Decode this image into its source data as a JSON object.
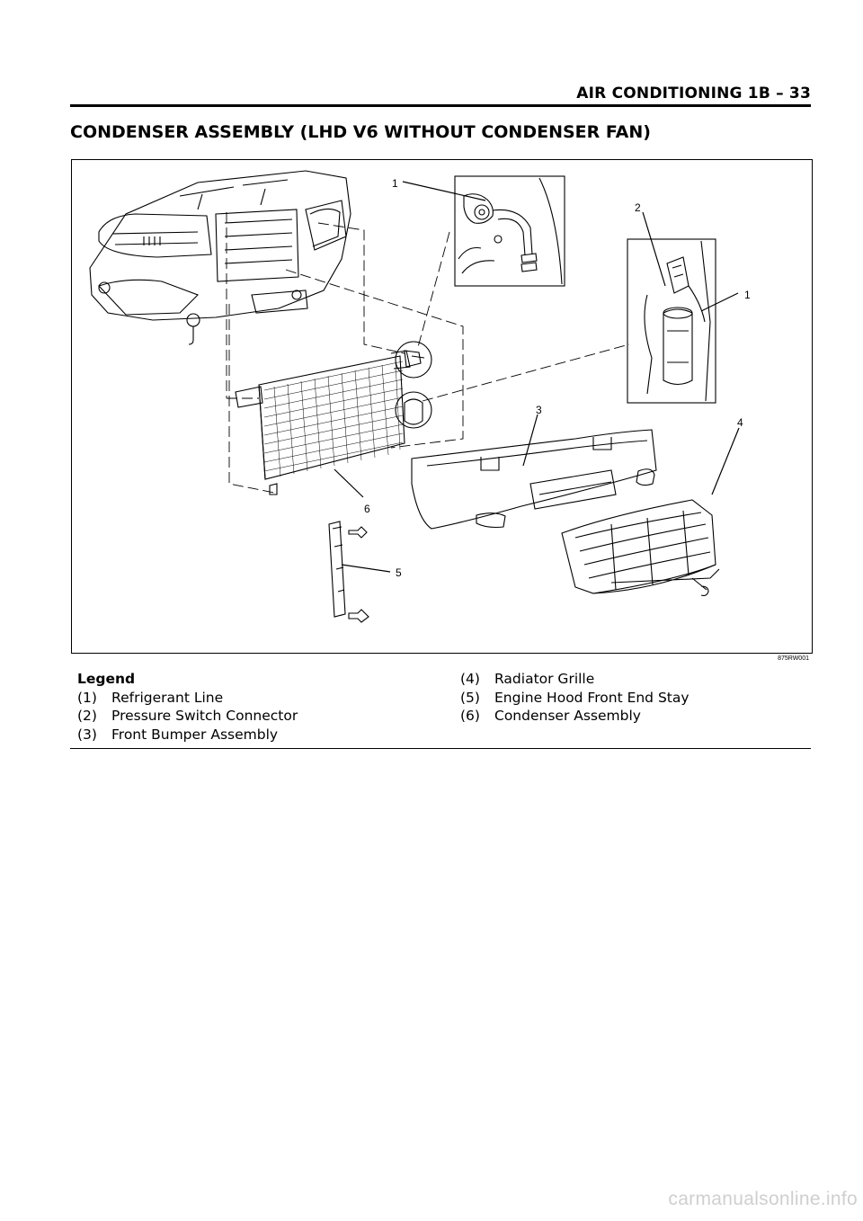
{
  "header": {
    "title": "AIR CONDITIONING  1B – 33"
  },
  "section": {
    "title": "CONDENSER ASSEMBLY (LHD V6 WITHOUT CONDENSER FAN)"
  },
  "figure": {
    "code": "875RW001",
    "callouts": [
      "1",
      "2",
      "1",
      "3",
      "4",
      "6",
      "5"
    ]
  },
  "legend": {
    "heading": "Legend",
    "left": [
      {
        "num": "(1)",
        "label": "Refrigerant Line"
      },
      {
        "num": "(2)",
        "label": "Pressure Switch Connector"
      },
      {
        "num": "(3)",
        "label": "Front Bumper Assembly"
      }
    ],
    "right": [
      {
        "num": "(4)",
        "label": "Radiator Grille"
      },
      {
        "num": "(5)",
        "label": "Engine Hood Front End Stay"
      },
      {
        "num": "(6)",
        "label": "Condenser Assembly"
      }
    ]
  },
  "watermark": "carmanualsonline.info"
}
